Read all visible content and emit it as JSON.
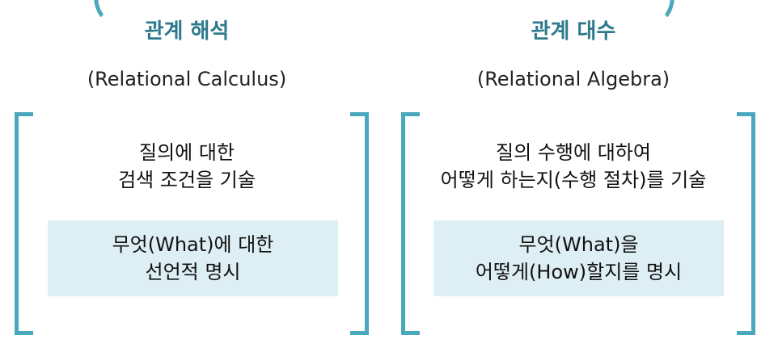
{
  "left": {
    "title": "관계 해석",
    "subtitle": "(Relational Calculus)",
    "desc_line1": "질의에 대한",
    "desc_line2": "검색 조건을 기술",
    "highlight_line1": "무엇(What)에 대한",
    "highlight_line2": "선언적 명시"
  },
  "right": {
    "title": "관계 대수",
    "subtitle": "(Relational Algebra)",
    "desc_line1": "질의 수행에 대하여",
    "desc_line2": "어떻게 하는지(수행 절차)를 기술",
    "highlight_line1": "무엇(What)을",
    "highlight_line2": "어떻게(How)할지를 명시"
  },
  "colors": {
    "accent": "#4aa8bd",
    "title": "#2e7a8c",
    "highlight_bg": "#ddeef4"
  }
}
